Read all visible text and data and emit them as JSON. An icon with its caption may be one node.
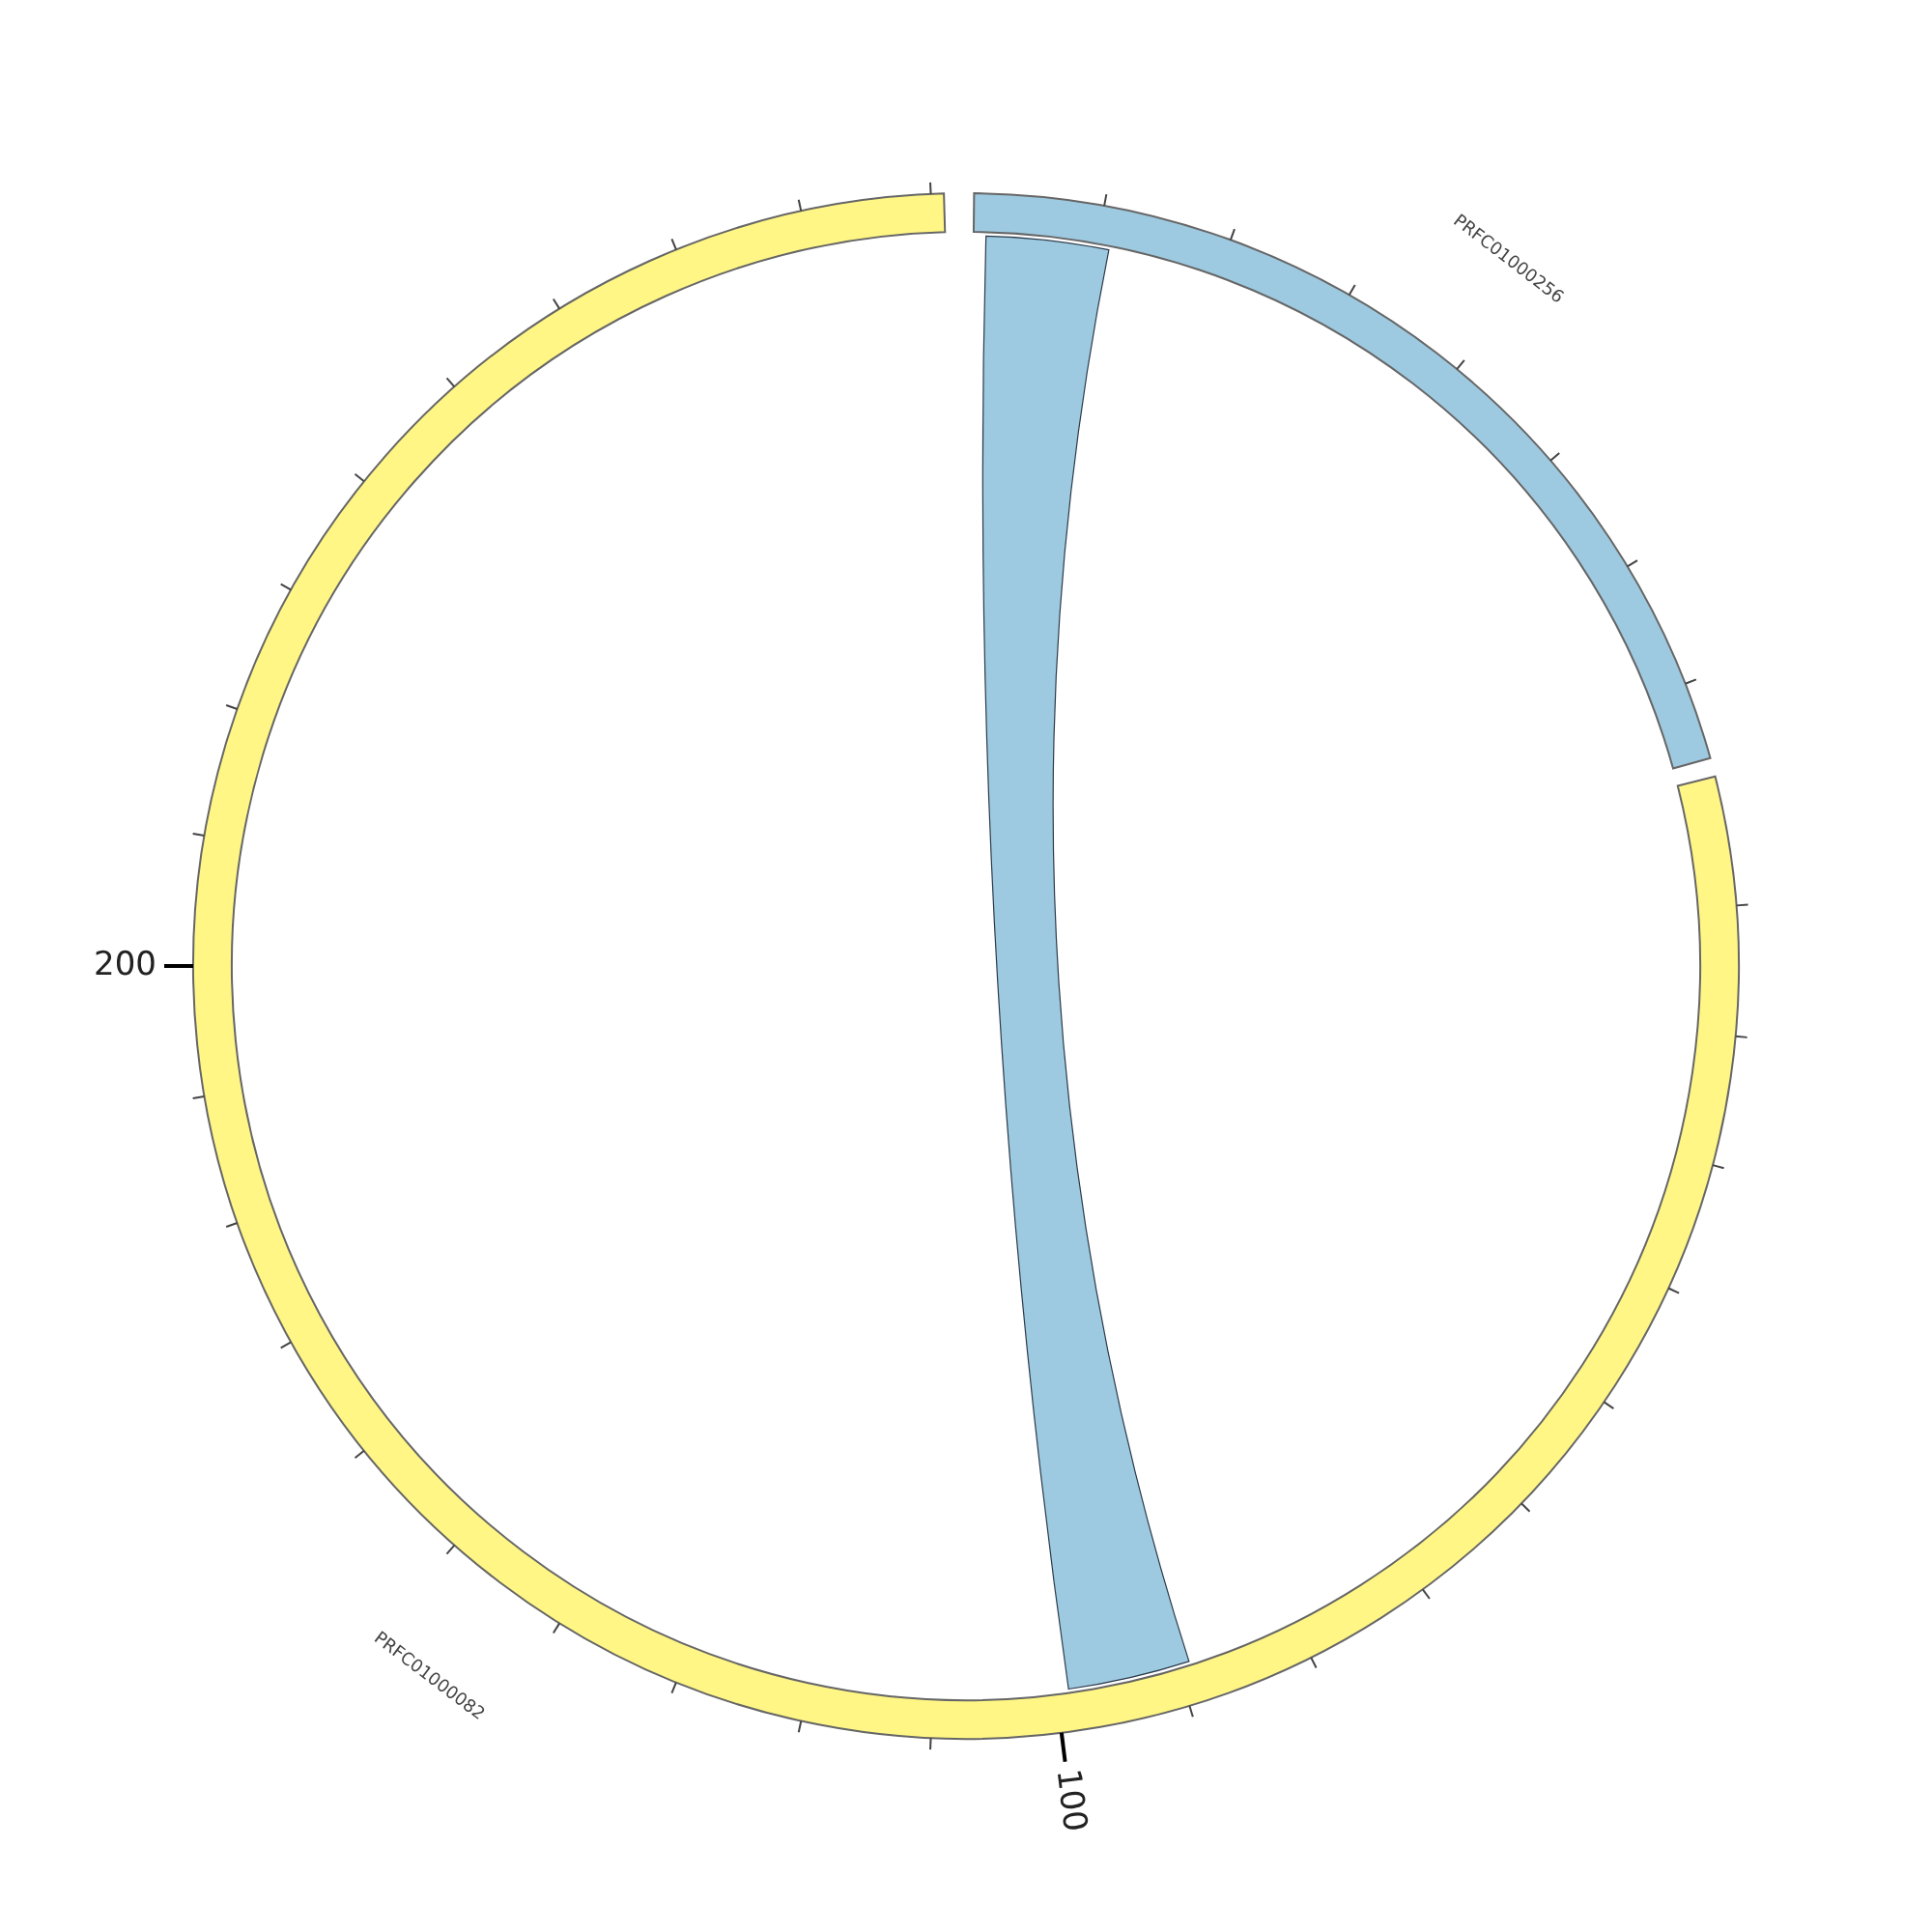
{
  "diagram": {
    "nodes": [
      {
        "text": [
          "PRFC01000082"
        ]
      },
      {
        "text": [
          "PRFC01000256"
        ]
      }
    ],
    "edges": [
      {
        "from": 1,
        "to": 0,
        "arrow": "none"
      }
    ],
    "labels": [
      "100",
      "200"
    ]
  }
}
